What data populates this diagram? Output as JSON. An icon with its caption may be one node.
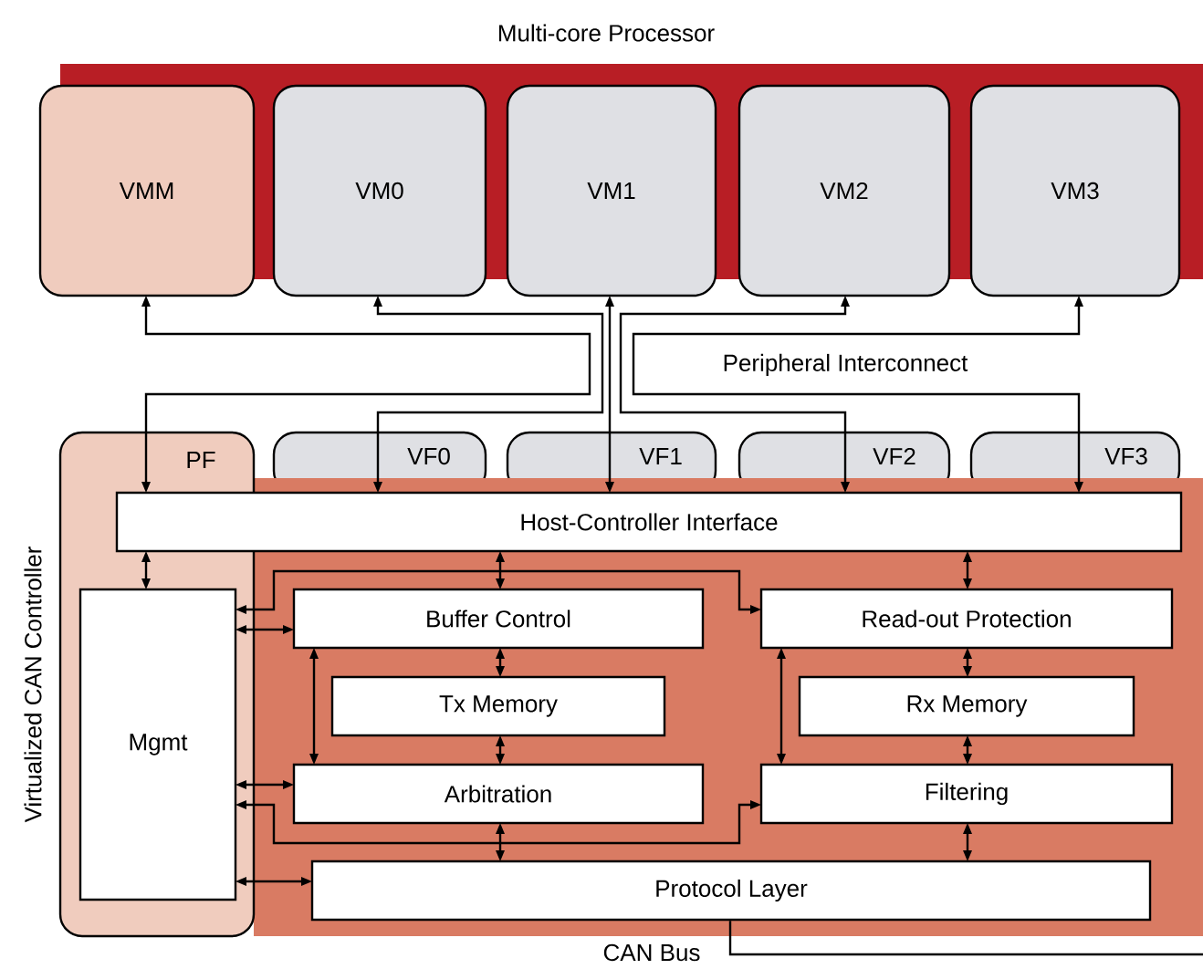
{
  "diagram": {
    "title": "Multi-core Processor",
    "nodes": [
      {
        "text": [
          "VMM"
        ]
      },
      {
        "text": [
          "VM0"
        ]
      },
      {
        "text": [
          "VM1"
        ]
      },
      {
        "text": [
          "VM2"
        ]
      },
      {
        "text": [
          "VM3"
        ]
      },
      {
        "text": [
          "PF"
        ]
      },
      {
        "text": [
          "VF0"
        ]
      },
      {
        "text": [
          "VF1"
        ]
      },
      {
        "text": [
          "VF2"
        ]
      },
      {
        "text": [
          "VF3"
        ]
      },
      {
        "text": [
          "Host-Controller Interface"
        ]
      },
      {
        "text": [
          "Mgmt"
        ],
        "in": 5
      },
      {
        "text": [
          "Buffer Control"
        ]
      },
      {
        "text": [
          "Tx Memory"
        ]
      },
      {
        "text": [
          "Arbitration"
        ]
      },
      {
        "text": [
          "Read-out Protection"
        ]
      },
      {
        "text": [
          "Rx Memory"
        ]
      },
      {
        "text": [
          "Filtering"
        ]
      },
      {
        "text": [
          "Protocol Layer"
        ]
      }
    ],
    "edges": [
      {
        "from": 0,
        "to": 10,
        "arrow": "both"
      },
      {
        "from": 1,
        "to": 6,
        "arrow": "both"
      },
      {
        "from": 2,
        "to": 7,
        "arrow": "both"
      },
      {
        "from": 3,
        "to": 8,
        "arrow": "both"
      },
      {
        "from": 4,
        "to": 9,
        "arrow": "both"
      },
      {
        "from": 10,
        "to": 11,
        "arrow": "both"
      },
      {
        "from": 10,
        "to": 12,
        "arrow": "both"
      },
      {
        "from": 10,
        "to": 15,
        "arrow": "both"
      },
      {
        "from": 12,
        "to": 13,
        "arrow": "both"
      },
      {
        "from": 13,
        "to": 14,
        "arrow": "both"
      },
      {
        "from": 14,
        "to": 18,
        "arrow": "both"
      },
      {
        "from": 15,
        "to": 16,
        "arrow": "both"
      },
      {
        "from": 16,
        "to": 17,
        "arrow": "both"
      },
      {
        "from": 17,
        "to": 18,
        "arrow": "both"
      },
      {
        "from": 11,
        "to": 12,
        "arrow": "both"
      },
      {
        "from": 11,
        "to": 14,
        "arrow": "both"
      },
      {
        "from": 11,
        "to": 18,
        "arrow": "both"
      },
      {
        "from": 11,
        "to": 15,
        "arrow": "both"
      },
      {
        "from": 11,
        "to": 17,
        "arrow": "both"
      },
      {
        "from": 12,
        "to": 14,
        "arrow": "both"
      },
      {
        "from": 15,
        "to": 17,
        "arrow": "both"
      },
      {
        "from": 18,
        "to": null,
        "arrow": "none"
      }
    ],
    "labels": [
      "Peripheral Interconnect",
      "Virtualized CAN Controller",
      "CAN Bus"
    ]
  }
}
